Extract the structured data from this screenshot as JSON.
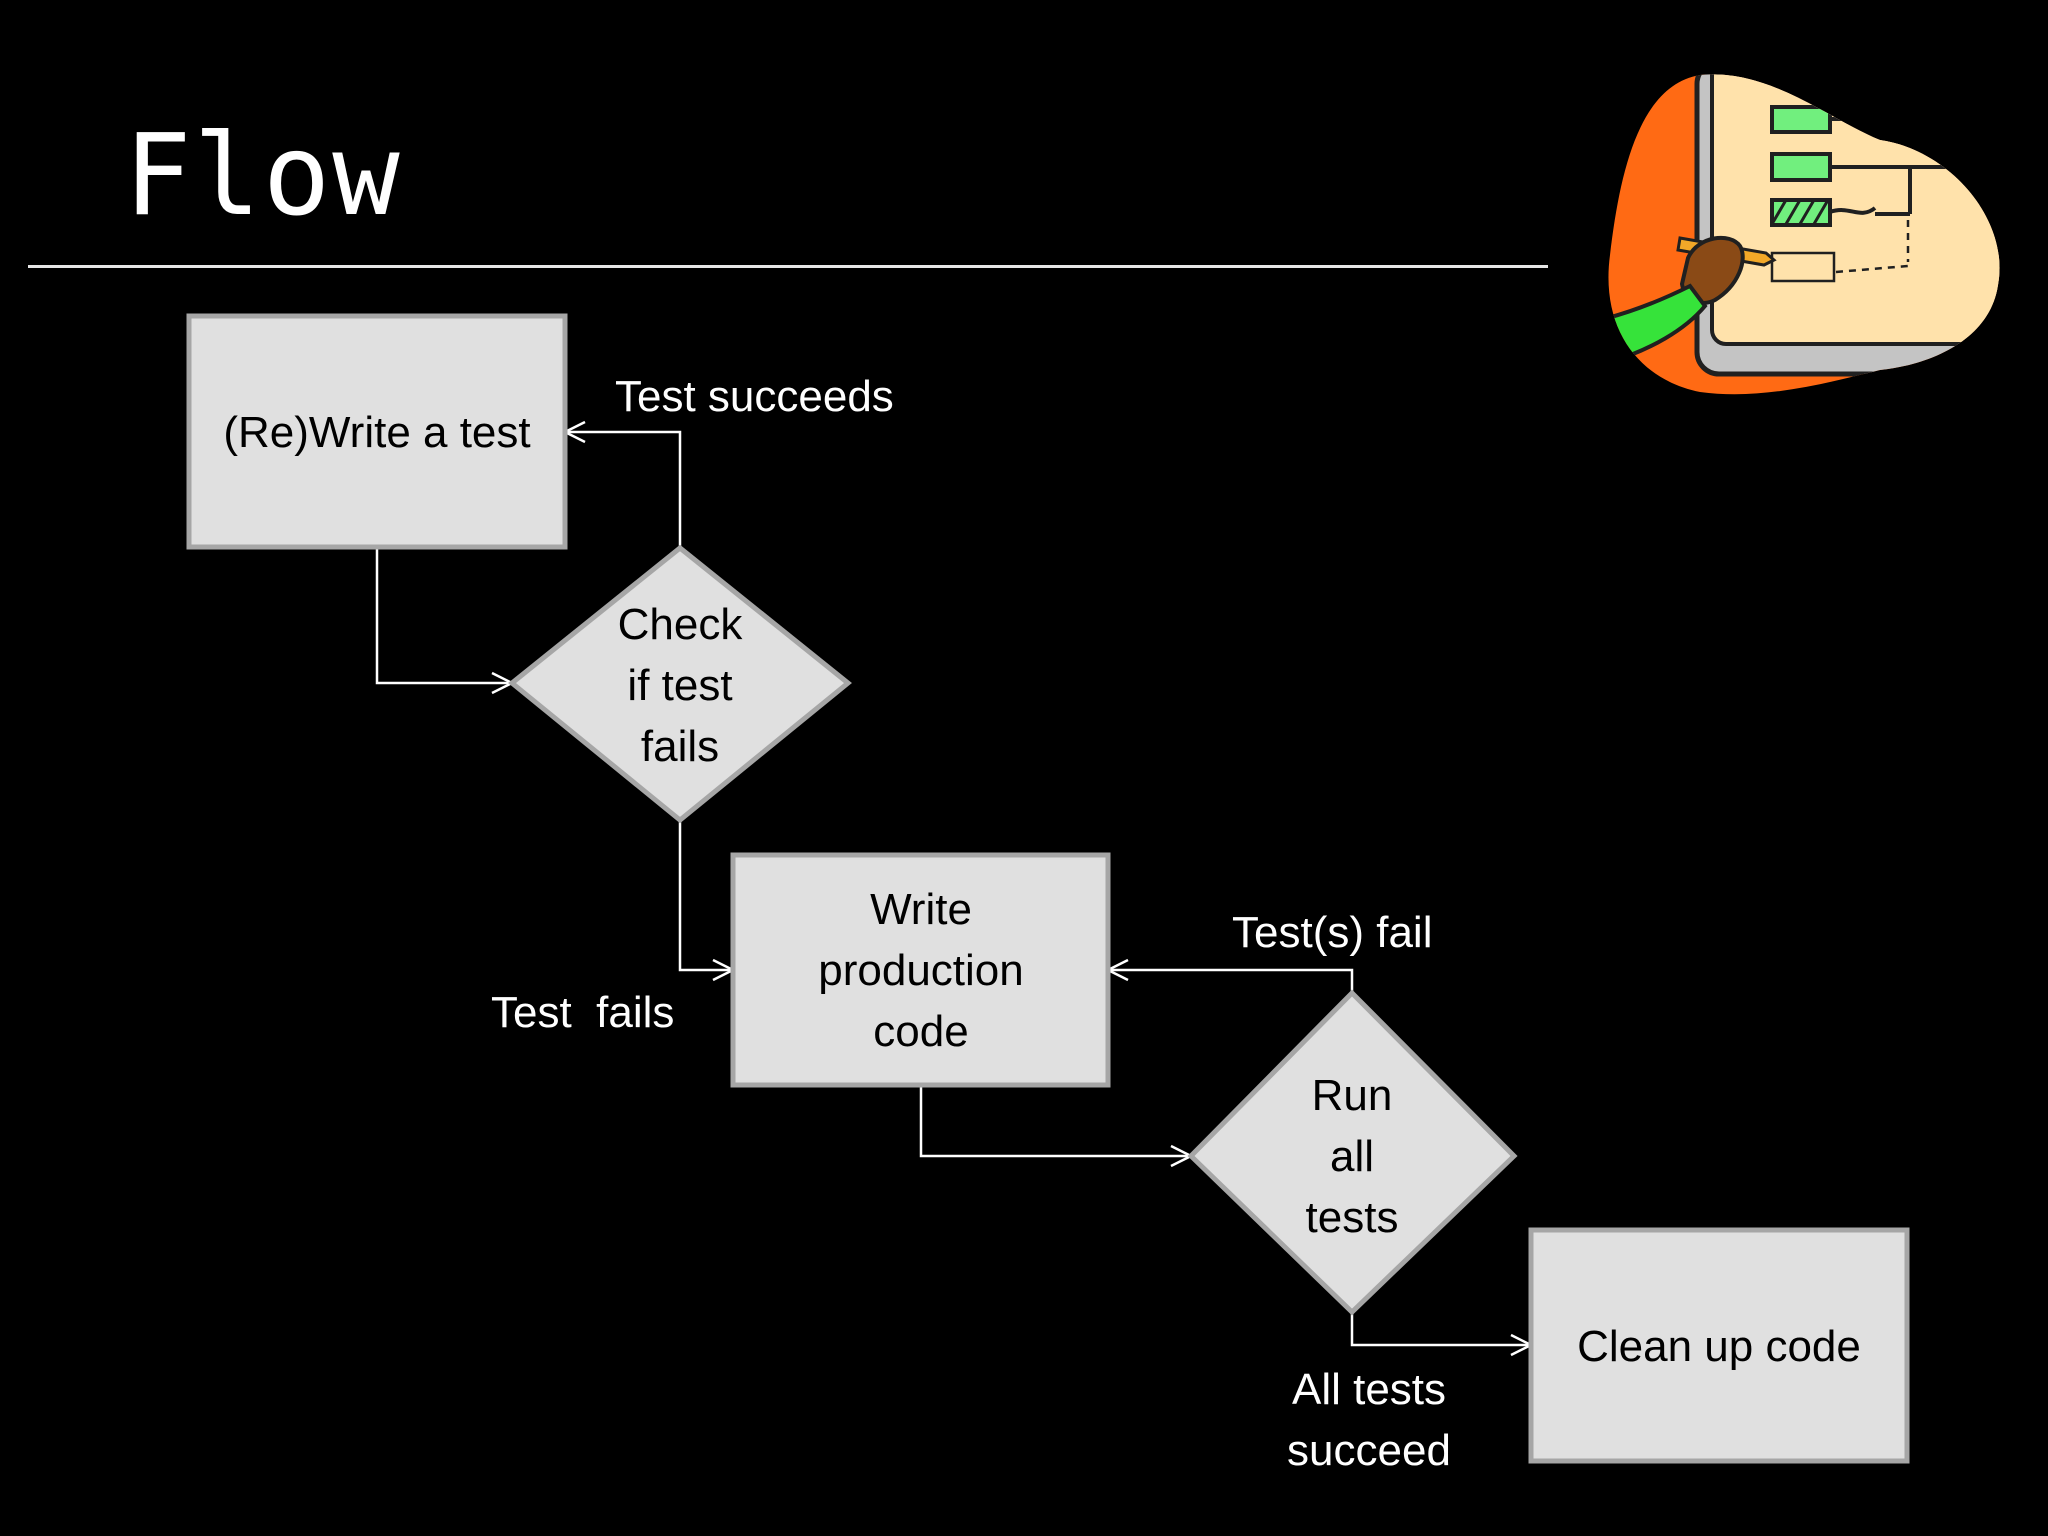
{
  "slide": {
    "title": "Flow"
  },
  "nodes": {
    "rewrite_test": "(Re)Write a test",
    "check_fails": [
      "Check",
      "if test",
      "fails"
    ],
    "write_code": [
      "Write",
      "production",
      "code"
    ],
    "run_tests": [
      "Run",
      "all",
      "tests"
    ],
    "clean_up": "Clean up code"
  },
  "edges": {
    "test_succeeds": "Test succeeds",
    "test_fails": "Test  fails",
    "tests_fail": "Test(s) fail",
    "all_succeed": [
      "All tests",
      "succeed"
    ]
  },
  "colors": {
    "background": "#000000",
    "node_fill": "#e0e0e0",
    "node_border": "#a6a6a6",
    "connector": "#ffffff",
    "logo_orange": "#ff6a14",
    "logo_cream": "#ffe2ab",
    "logo_green": "#71ef7e"
  },
  "logo": {
    "icon": "tdd-whiteboard-logo"
  }
}
